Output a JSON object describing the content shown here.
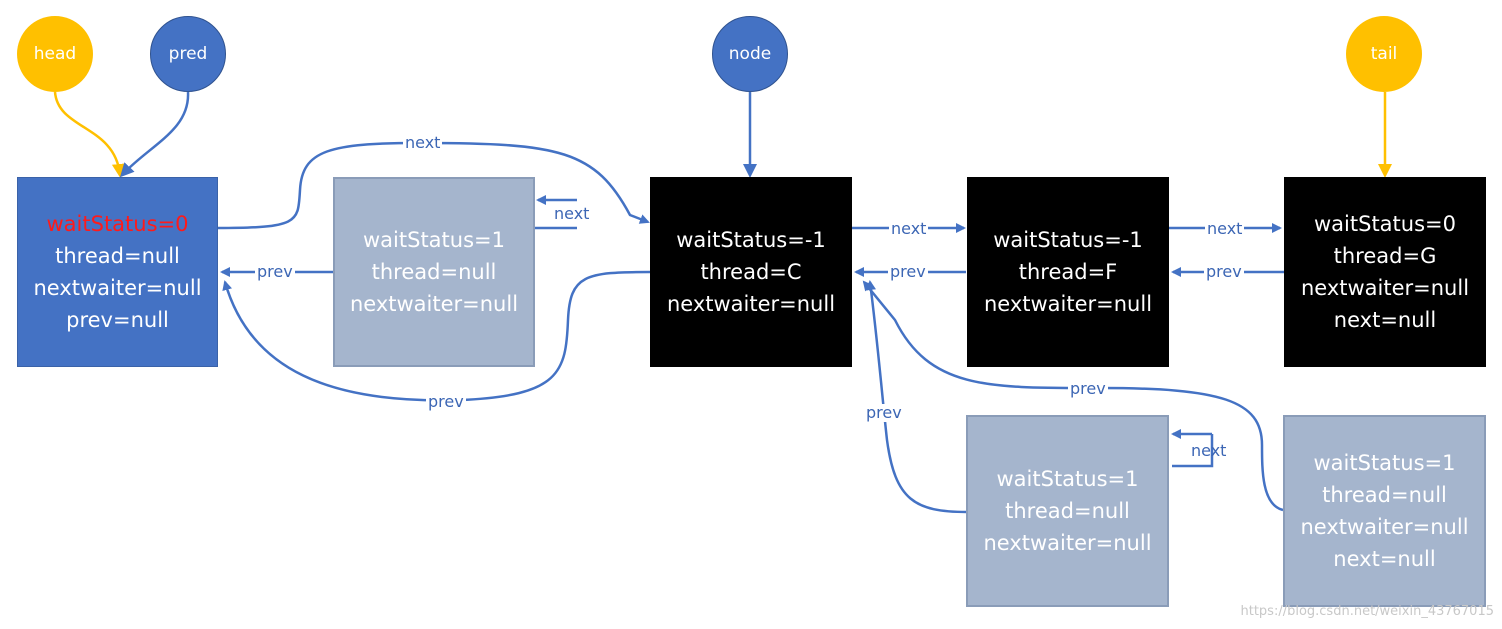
{
  "pointers": {
    "head": "head",
    "pred": "pred",
    "node": "node",
    "tail": "tail"
  },
  "nodes": {
    "head_node": {
      "wait_status": "waitStatus=0",
      "thread": "thread=null",
      "nextwaiter": "nextwaiter=null",
      "prev": "prev=null"
    },
    "cancelled_a": {
      "wait_status": "waitStatus=1",
      "thread": "thread=null",
      "nextwaiter": "nextwaiter=null"
    },
    "node_c": {
      "wait_status": "waitStatus=-1",
      "thread": "thread=C",
      "nextwaiter": "nextwaiter=null"
    },
    "node_f": {
      "wait_status": "waitStatus=-1",
      "thread": "thread=F",
      "nextwaiter": "nextwaiter=null"
    },
    "node_g": {
      "wait_status": "waitStatus=0",
      "thread": "thread=G",
      "nextwaiter": "nextwaiter=null",
      "next": "next=null"
    },
    "cancelled_b": {
      "wait_status": "waitStatus=1",
      "thread": "thread=null",
      "nextwaiter": "nextwaiter=null"
    },
    "cancelled_c": {
      "wait_status": "waitStatus=1",
      "thread": "thread=null",
      "nextwaiter": "nextwaiter=null",
      "next": "next=null"
    }
  },
  "edge_labels": {
    "next": "next",
    "prev": "prev"
  },
  "watermark": "https://blog.csdn.net/weixin_43767015",
  "colors": {
    "arrow_blue": "#4472c4",
    "arrow_yellow": "#ffc000",
    "active_node": "#000000",
    "head_node": "#4472c4",
    "cancelled_node": "#a5b5cd",
    "highlight_text": "#ff1a1a"
  }
}
